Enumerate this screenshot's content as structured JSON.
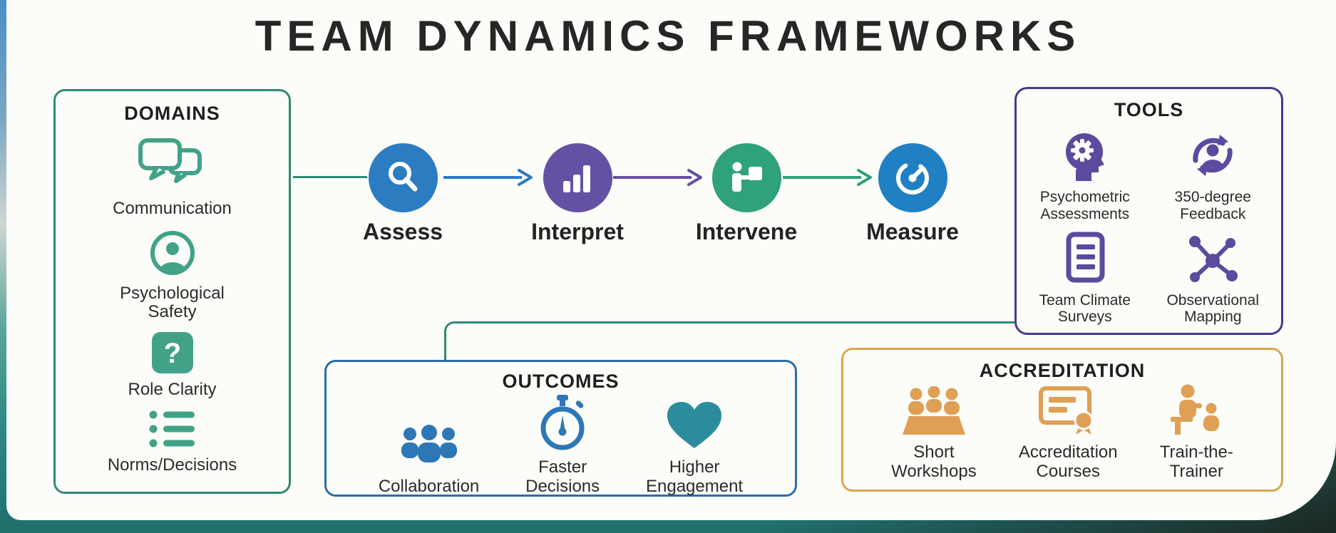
{
  "title": "TEAM DYNAMICS FRAMEWORKS",
  "colors": {
    "teal_border": "#2f8a72",
    "teal_icon": "#41a287",
    "assess_blue": "#2c7cc2",
    "interpret_purple": "#6551a3",
    "intervene_green": "#2fa17b",
    "measure_blue": "#2180c3",
    "tools_purple": "#5b4a9d",
    "tools_border": "#453a8c",
    "outcomes_border": "#2a6fa8",
    "outcomes_blue": "#2e77b7",
    "heart_teal": "#2b8d9c",
    "accreditation_orange": "#dda54f",
    "accreditation_icon": "#df9f55",
    "card_background": "#fcfcf9",
    "title_color": "#262626"
  },
  "domains": {
    "heading": "DOMAINS",
    "items": [
      {
        "icon": "chat-bubbles-icon",
        "label": "Communication"
      },
      {
        "icon": "person-circle-icon",
        "label": "Psychological\nSafety"
      },
      {
        "icon": "question-square-icon",
        "label": "Role Clarity",
        "glyph": "?"
      },
      {
        "icon": "checklist-icon",
        "label": "Norms/Decisions"
      }
    ]
  },
  "process": {
    "steps": [
      {
        "icon": "magnifier-icon",
        "label": "Assess",
        "color": "#2c7cc2"
      },
      {
        "icon": "bar-chart-icon",
        "label": "Interpret",
        "color": "#6551a3"
      },
      {
        "icon": "presenter-icon",
        "label": "Intervene",
        "color": "#2fa17b"
      },
      {
        "icon": "gauge-icon",
        "label": "Measure",
        "color": "#2180c3"
      }
    ]
  },
  "tools": {
    "heading": "TOOLS",
    "items": [
      {
        "icon": "head-gear-icon",
        "label": "Psychometric\nAssessments"
      },
      {
        "icon": "feedback-cycle-icon",
        "label": "350-degree\nFeedback"
      },
      {
        "icon": "survey-document-icon",
        "label": "Team Climate\nSurveys"
      },
      {
        "icon": "network-icon",
        "label": "Observational\nMapping"
      }
    ]
  },
  "outcomes": {
    "heading": "OUTCOMES",
    "items": [
      {
        "icon": "people-group-icon",
        "label": "Collaboration"
      },
      {
        "icon": "stopwatch-icon",
        "label": "Faster\nDecisions"
      },
      {
        "icon": "heart-icon",
        "label": "Higher\nEngagement"
      }
    ]
  },
  "accreditation": {
    "heading": "ACCREDITATION",
    "items": [
      {
        "icon": "workshop-meeting-icon",
        "label": "Short\nWorkshops"
      },
      {
        "icon": "certificate-icon",
        "label": "Accreditation\nCourses"
      },
      {
        "icon": "trainer-icon",
        "label": "Train-the-\nTrainer"
      }
    ]
  }
}
